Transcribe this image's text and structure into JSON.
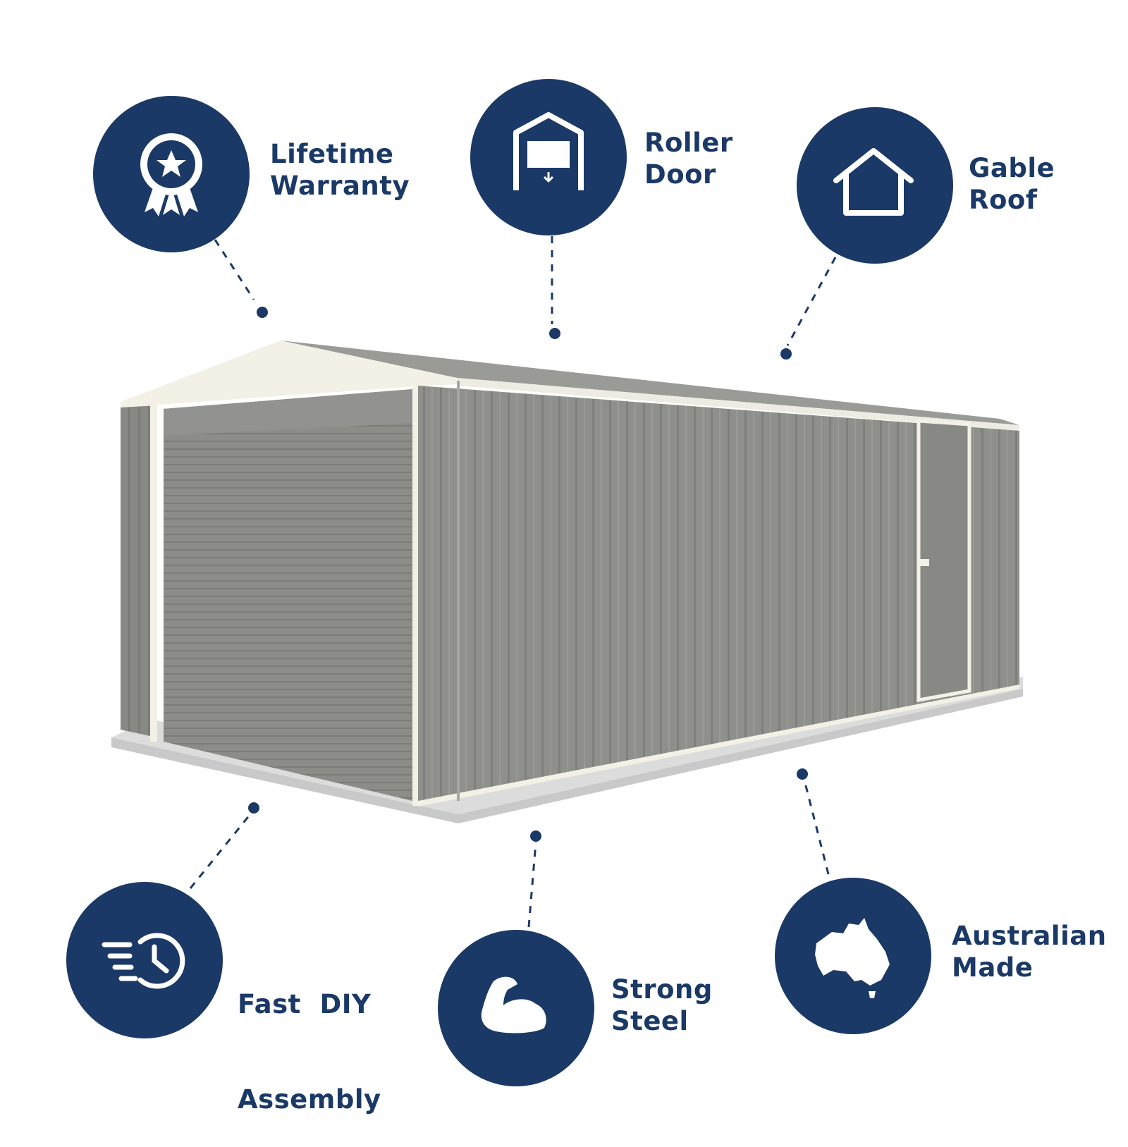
{
  "colors": {
    "badge": "#1b3966",
    "shed_wall": "#8f8f8c",
    "shed_trim": "#f3f1e6",
    "slab": "#d1d1d1",
    "background": "#ffffff"
  },
  "features": [
    {
      "id": "lifetime-warranty",
      "icon": "award-ribbon-icon",
      "line1": "Lifetime",
      "line2": "Warranty"
    },
    {
      "id": "roller-door",
      "icon": "roller-door-icon",
      "line1": "Roller",
      "line2": "Door"
    },
    {
      "id": "gable-roof",
      "icon": "gable-roof-house-icon",
      "line1": "Gable",
      "line2": "Roof"
    },
    {
      "id": "fast-diy-assembly",
      "icon": "fast-clock-icon",
      "line1": "Fast  DIY",
      "line2": "Assembly"
    },
    {
      "id": "strong-steel",
      "icon": "flexed-arm-icon",
      "line1": "Strong",
      "line2": "Steel"
    },
    {
      "id": "australian-made",
      "icon": "australia-map-icon",
      "line1": "Australian",
      "line2": "Made"
    }
  ],
  "product": {
    "image": "steel-garage-shed-illustration"
  }
}
